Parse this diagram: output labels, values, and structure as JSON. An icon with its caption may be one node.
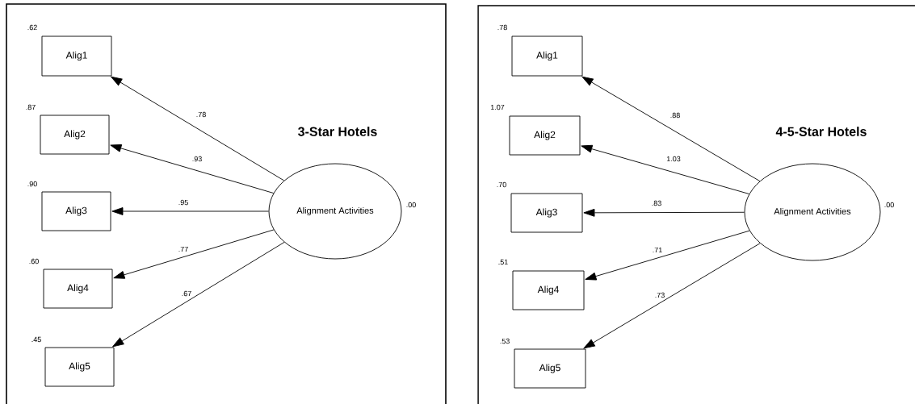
{
  "diagram": {
    "nodes": [
      {
        "text": [
          "3-Star Hotels"
        ]
      },
      {
        "text": [
          "Alig1"
        ],
        "in": 0,
        "beside": [
          ".62"
        ]
      },
      {
        "text": [
          "Alig2"
        ],
        "in": 0,
        "beside": [
          ".87"
        ]
      },
      {
        "text": [
          "Alig3"
        ],
        "in": 0,
        "beside": [
          ".90"
        ]
      },
      {
        "text": [
          "Alig4"
        ],
        "in": 0,
        "beside": [
          ".60"
        ]
      },
      {
        "text": [
          "Alig5"
        ],
        "in": 0,
        "beside": [
          ".45"
        ]
      },
      {
        "text": [
          "Alignment Activities"
        ],
        "in": 0,
        "beside": [
          ".00"
        ]
      },
      {
        "text": [
          "4-5-Star Hotels"
        ]
      },
      {
        "text": [
          "Alig1"
        ],
        "in": 7,
        "beside": [
          ".78"
        ]
      },
      {
        "text": [
          "Alig2"
        ],
        "in": 7,
        "beside": [
          "1.07"
        ]
      },
      {
        "text": [
          "Alig3"
        ],
        "in": 7,
        "beside": [
          ".70"
        ]
      },
      {
        "text": [
          "Alig4"
        ],
        "in": 7,
        "beside": [
          ".51"
        ]
      },
      {
        "text": [
          "Alig5"
        ],
        "in": 7,
        "beside": [
          ".53"
        ]
      },
      {
        "text": [
          "Alignment Activities"
        ],
        "in": 7,
        "beside": [
          ".00"
        ]
      }
    ],
    "edges": [
      {
        "from": 6,
        "to": 1,
        "arrow": "to",
        "label": ".78"
      },
      {
        "from": 6,
        "to": 2,
        "arrow": "to",
        "label": ".93"
      },
      {
        "from": 6,
        "to": 3,
        "arrow": "to",
        "label": ".95"
      },
      {
        "from": 6,
        "to": 4,
        "arrow": "to",
        "label": ".77"
      },
      {
        "from": 6,
        "to": 5,
        "arrow": "to",
        "label": ".67"
      },
      {
        "from": 13,
        "to": 8,
        "arrow": "to",
        "label": ".88"
      },
      {
        "from": 13,
        "to": 9,
        "arrow": "to",
        "label": "1.03"
      },
      {
        "from": 13,
        "to": 10,
        "arrow": "to",
        "label": ".83"
      },
      {
        "from": 13,
        "to": 11,
        "arrow": "to",
        "label": ".71"
      },
      {
        "from": 13,
        "to": 12,
        "arrow": "to",
        "label": ".73"
      }
    ]
  }
}
